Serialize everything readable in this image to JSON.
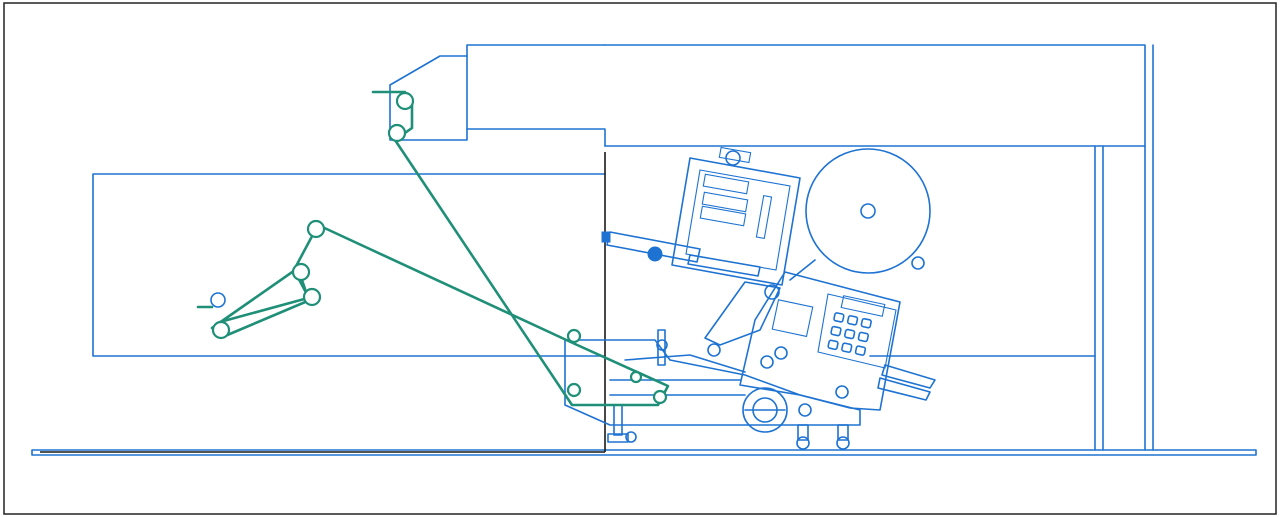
{
  "colors": {
    "machine_outline": "#1e73d2",
    "web_path": "#1f8f78",
    "frame": "#222222",
    "background": "#ffffff"
  },
  "components": {
    "frame": "border-frame",
    "floor": "floor-line",
    "left_conveyor": "left-conveyor",
    "upper_housing": "upper-housing",
    "right_enclosure": "right-enclosure",
    "labeler_head": "labeler-head",
    "supply_reel": "supply-reel",
    "control_panel": "control-panel",
    "handwheel": "handwheel",
    "web_path": "web-path"
  }
}
